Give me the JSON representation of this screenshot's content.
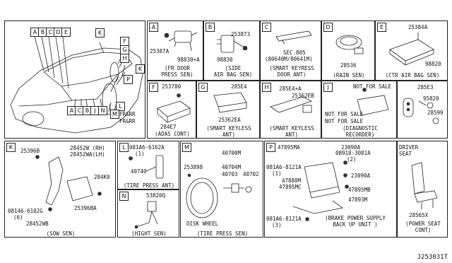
{
  "overview": {
    "callouts": [
      "A",
      "B",
      "C",
      "D",
      "E",
      "K",
      "F",
      "G",
      "H",
      "K",
      "P",
      "L",
      "M",
      "N",
      "A",
      "C",
      "B",
      "J",
      "N"
    ],
    "fr_rr_1": "FR&RR",
    "fr_rr_2": "FR&RR"
  },
  "panels": {
    "A": {
      "tag": "A",
      "part1": "25387A",
      "part2": "98830+A",
      "caption": "(FR DOOR\nPRESS SEN)"
    },
    "B": {
      "tag": "B",
      "part1": "253873",
      "part2": "98830",
      "caption": "(SIDE\nAIR BAG SEN)"
    },
    "C": {
      "tag": "C",
      "part1": "SEC.805",
      "part2": "(80640M/80641M)",
      "caption": "(SMART KEYRESS\nDOOR ANT)"
    },
    "D": {
      "tag": "D",
      "part1": "28536",
      "caption": "(RAIN SEN)"
    },
    "E": {
      "tag": "E",
      "part1": "25384A",
      "part2": "98820",
      "caption": "(CTR AIR BAG SEN)"
    },
    "F": {
      "tag": "F",
      "part1": "253780",
      "part2": "284E7",
      "caption": "(ADAS CONT)"
    },
    "G": {
      "tag": "G",
      "part1": "285E4",
      "part2": "25362EA",
      "caption": "(SMART KEYLESS\nANT)"
    },
    "H": {
      "tag": "H",
      "part1": "285E4+A",
      "part2": "25362EB",
      "caption": "(SMART KEYLESS\nANT)"
    },
    "J": {
      "tag": "J",
      "note1": "NOT FOR SALE",
      "note2": "NOT FOR SALE",
      "note3": "NOT FOR SALE",
      "caption": "(DIAGNOSTIC\nRECORDER)"
    },
    "R": {
      "part1": "285E3",
      "part2": "95820",
      "part3": "28599"
    },
    "K": {
      "tag": "K",
      "p1": "25396B",
      "p2": "28452W (RH)",
      "p3": "28452WA(LH)",
      "p4": "284K0",
      "p5": "08146-6102G",
      "p5b": "(6)",
      "p6": "25396BA",
      "p7": "28452WB",
      "caption": "(SOW SEN)"
    },
    "L": {
      "tag": "L",
      "p1": "081A6-6162A",
      "p1b": "(1)",
      "p2": "40740",
      "caption": "(TIRE PRESS ANT)"
    },
    "N": {
      "tag": "N",
      "p1": "53820Q",
      "caption": "(HIGHT SEN)"
    },
    "M": {
      "tag": "M",
      "p1": "253898",
      "p2": "40700M",
      "p3": "40704M",
      "p4": "40703",
      "p5": "40702",
      "p6": "DISK WHEEL",
      "caption": "(TIRE PRESS SEN)"
    },
    "P": {
      "tag": "P",
      "p1": "47895MA",
      "p2": "23090A",
      "p3": "08918-3081A",
      "p3b": "(2)",
      "p4": "081A6-8121A",
      "p4b": "(1)",
      "p5": "47880M",
      "p6": "47895MC",
      "p7": "23090A",
      "p8": "47895MB",
      "p9": "47893M",
      "p10": "081A6-8121A",
      "p10b": "(3)",
      "caption": "(BRAKE POWER SUPPLY\nBACK UP UNIT )"
    },
    "S": {
      "title": "DRIVER\nSEAT",
      "p1": "28565X",
      "caption": "(POWER SEAT\nCONT)"
    }
  },
  "footer": "J253031T"
}
